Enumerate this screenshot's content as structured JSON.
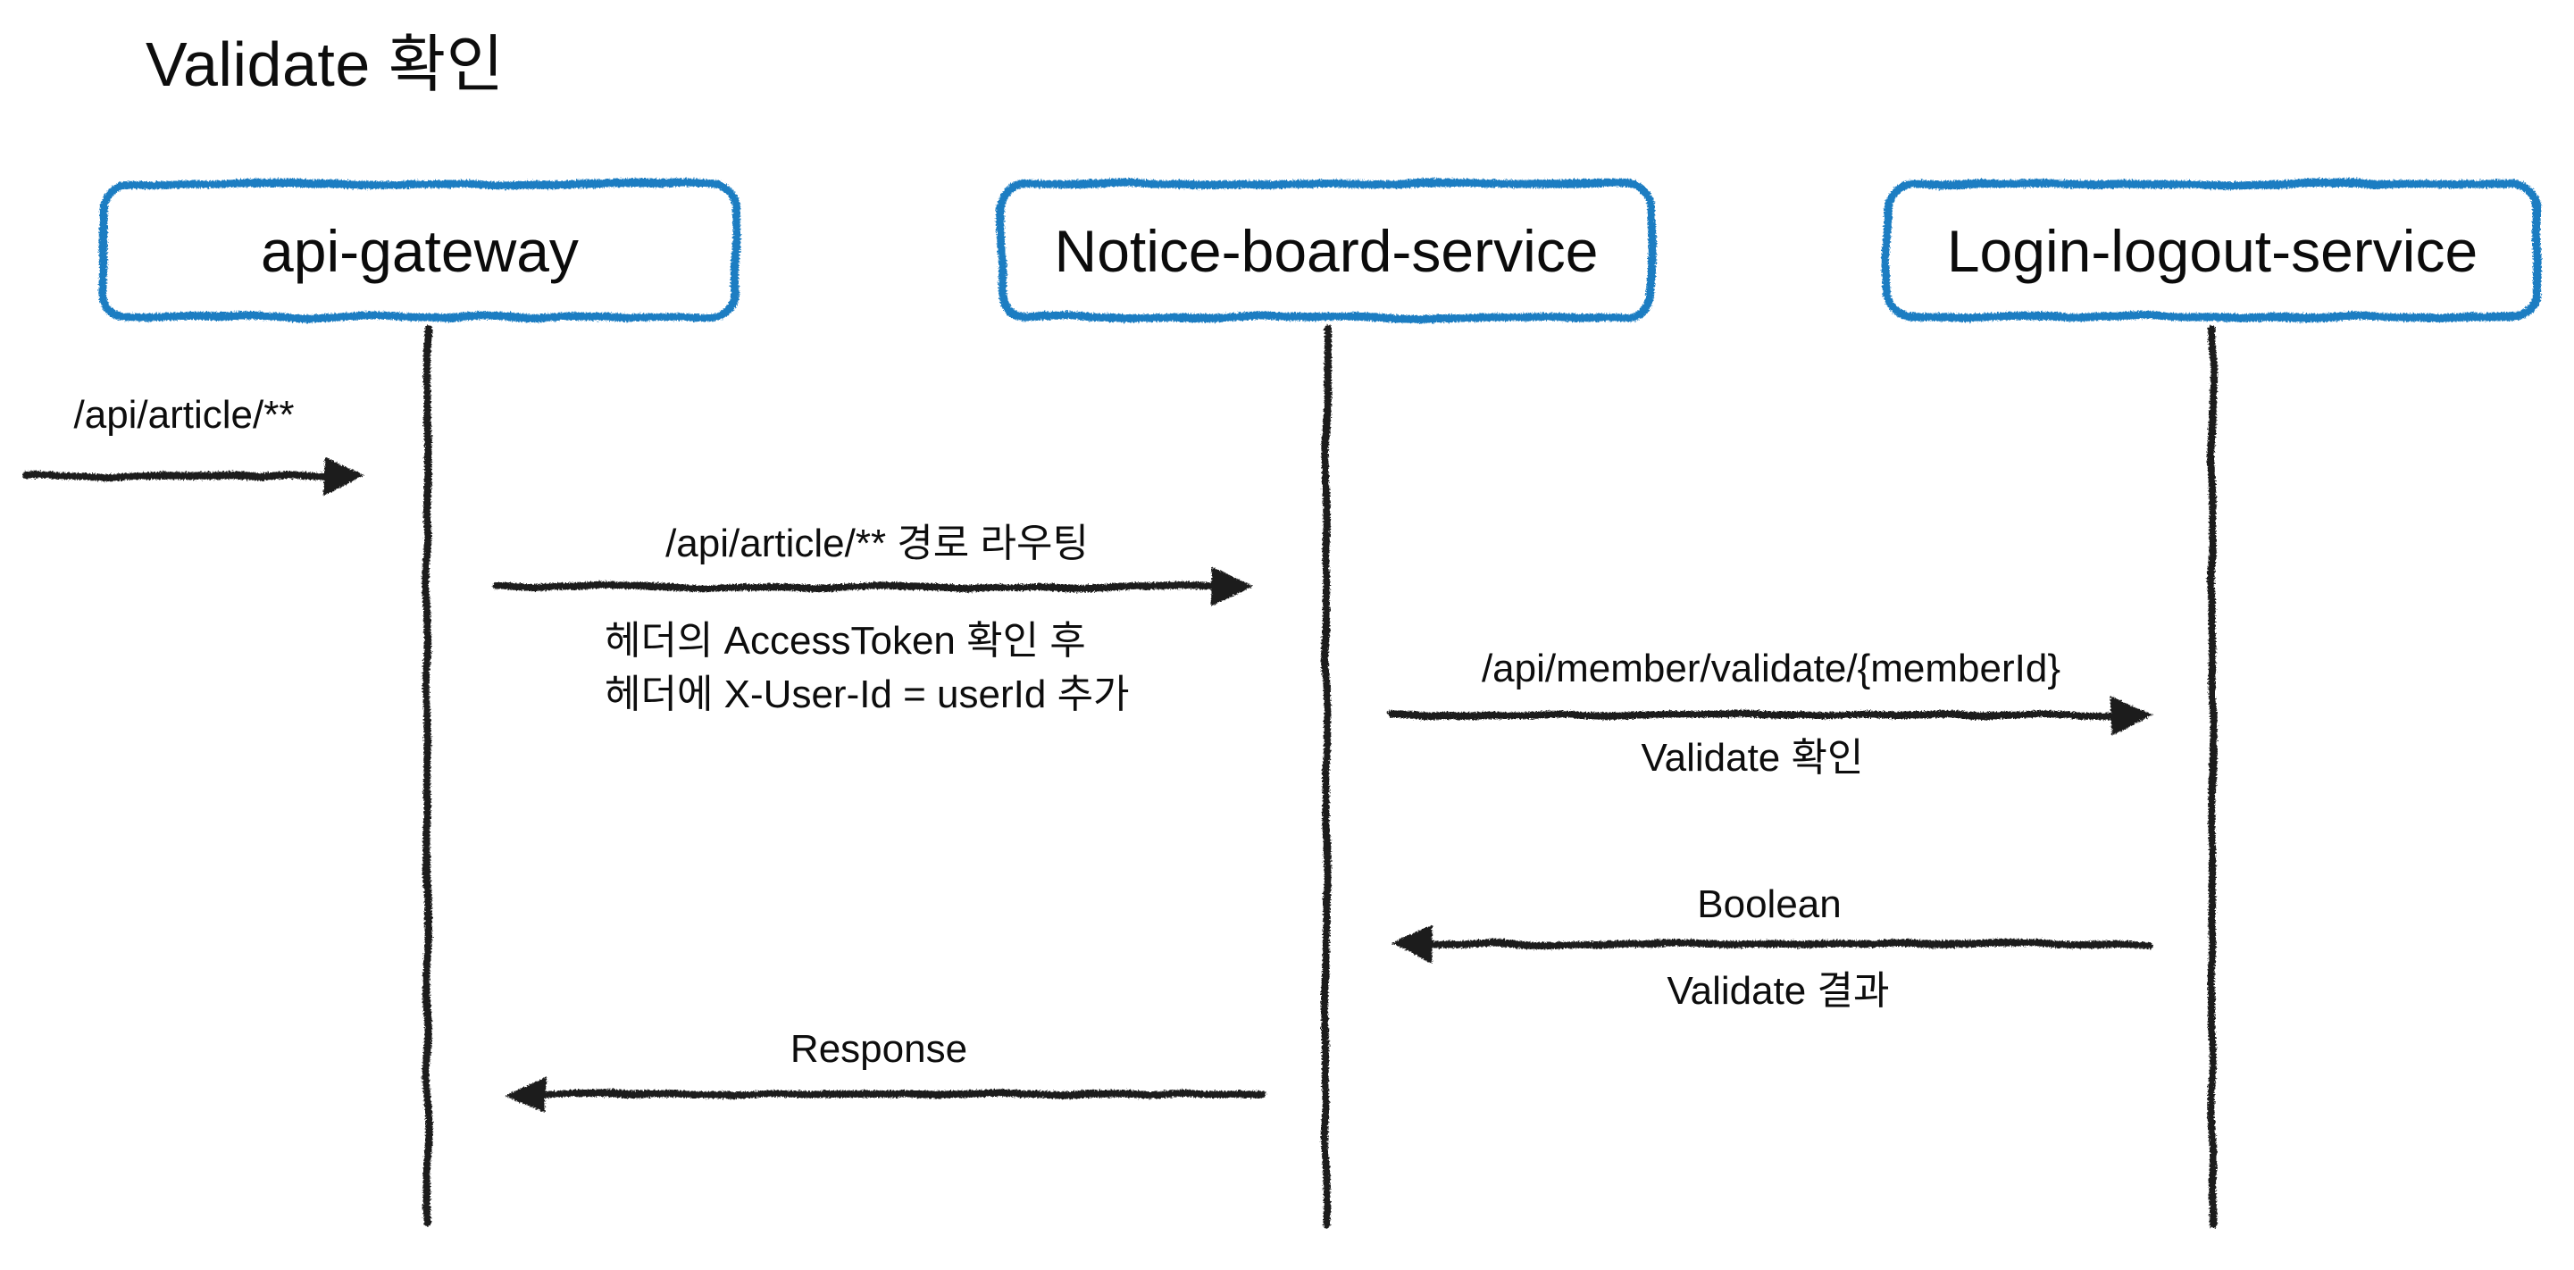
{
  "title": "Validate 확인",
  "colors": {
    "actor_border_blue": "#1b7dc2",
    "ink_black": "#1f1f1f",
    "background": "#ffffff"
  },
  "actors": [
    {
      "name": "api-gateway"
    },
    {
      "name": "Notice-board-service"
    },
    {
      "name": "Login-logout-service"
    }
  ],
  "messages": [
    {
      "label": "/api/article/**",
      "from": "external-client",
      "to": "api-gateway",
      "direction": "right"
    },
    {
      "label": "/api/article/** 경로 라우팅",
      "from": "api-gateway",
      "to": "Notice-board-service",
      "direction": "right",
      "notes": [
        "헤더의 AccessToken 확인 후",
        "헤더에 X-User-Id = userId 추가"
      ]
    },
    {
      "label": "/api/member/validate/{memberId}",
      "sublabel": "Validate 확인",
      "from": "Notice-board-service",
      "to": "Login-logout-service",
      "direction": "right"
    },
    {
      "label": "Boolean",
      "sublabel": "Validate 결과",
      "from": "Login-logout-service",
      "to": "Notice-board-service",
      "direction": "left"
    },
    {
      "label": "Response",
      "from": "Notice-board-service",
      "to": "api-gateway",
      "direction": "left"
    }
  ]
}
